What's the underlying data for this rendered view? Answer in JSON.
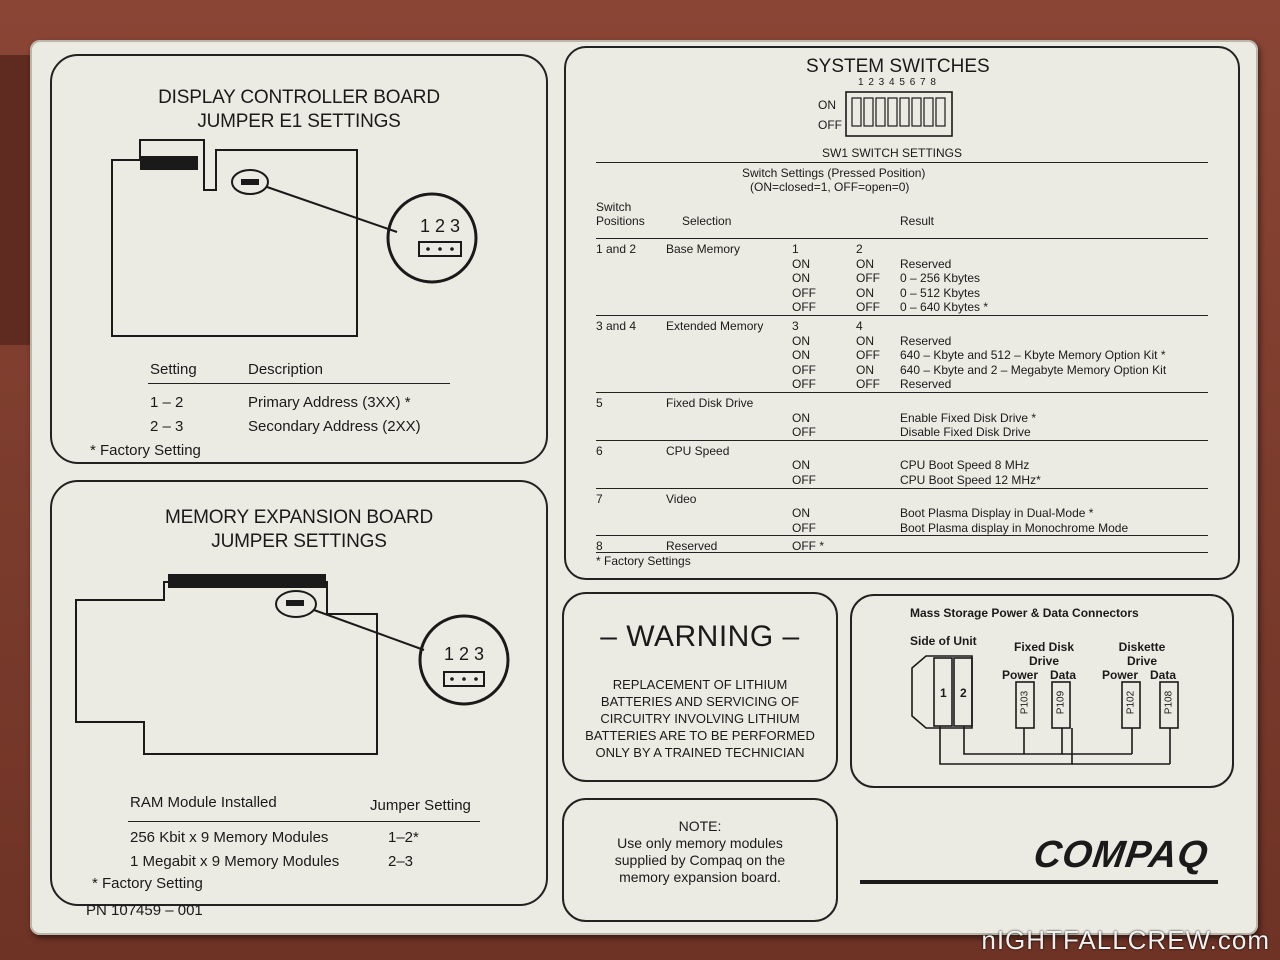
{
  "display_board": {
    "title_line1": "DISPLAY CONTROLLER BOARD",
    "title_line2": "JUMPER E1 SETTINGS",
    "pins_label": "1 2 3",
    "col_setting": "Setting",
    "col_description": "Description",
    "rows": [
      {
        "setting": "1 – 2",
        "description": "Primary Address (3XX) *"
      },
      {
        "setting": "2 – 3",
        "description": "Secondary Address (2XX)"
      }
    ],
    "footnote": "* Factory Setting"
  },
  "memory_board": {
    "title_line1": "MEMORY EXPANSION BOARD",
    "title_line2": "JUMPER SETTINGS",
    "pins_label": "1 2 3",
    "col_module": "RAM Module Installed",
    "col_jumper": "Jumper Setting",
    "rows": [
      {
        "module": "256 Kbit x 9 Memory Modules",
        "jumper": "1–2*"
      },
      {
        "module": "1 Megabit x 9 Memory Modules",
        "jumper": "2–3"
      }
    ],
    "footnote": "* Factory Setting",
    "part_number": "PN 107459 – 001"
  },
  "system_switches": {
    "title": "SYSTEM SWITCHES",
    "switch_numbers": "1 2 3 4 5 6 7 8",
    "on_label": "ON",
    "off_label": "OFF",
    "sw1_heading": "SW1 SWITCH SETTINGS",
    "subhead_line1": "Switch Settings (Pressed Position)",
    "subhead_line2": "(ON=closed=1, OFF=open=0)",
    "col_positions_line1": "Switch",
    "col_positions_line2": "Positions",
    "col_selection": "Selection",
    "col_result": "Result",
    "groups": [
      {
        "positions": "1 and 2",
        "selection": "Base Memory",
        "h1": "1",
        "h2": "2",
        "rows": [
          {
            "a": "ON",
            "b": "ON",
            "result": "Reserved"
          },
          {
            "a": "ON",
            "b": "OFF",
            "result": "0 – 256 Kbytes"
          },
          {
            "a": "OFF",
            "b": "ON",
            "result": "0 – 512 Kbytes"
          },
          {
            "a": "OFF",
            "b": "OFF",
            "result": "0 – 640 Kbytes *"
          }
        ]
      },
      {
        "positions": "3 and 4",
        "selection": "Extended Memory",
        "h1": "3",
        "h2": "4",
        "rows": [
          {
            "a": "ON",
            "b": "ON",
            "result": "Reserved"
          },
          {
            "a": "ON",
            "b": "OFF",
            "result": "640 – Kbyte and 512 – Kbyte Memory Option Kit *"
          },
          {
            "a": "OFF",
            "b": "ON",
            "result": "640 – Kbyte and 2 – Megabyte Memory Option Kit"
          },
          {
            "a": "OFF",
            "b": "OFF",
            "result": "Reserved"
          }
        ]
      },
      {
        "positions": "5",
        "selection": "Fixed Disk Drive",
        "rows": [
          {
            "a": "ON",
            "result": "Enable Fixed Disk Drive *"
          },
          {
            "a": "OFF",
            "result": "Disable Fixed Disk Drive"
          }
        ]
      },
      {
        "positions": "6",
        "selection": "CPU Speed",
        "rows": [
          {
            "a": "ON",
            "result": "CPU Boot Speed 8 MHz"
          },
          {
            "a": "OFF",
            "result": "CPU Boot Speed 12 MHz*"
          }
        ]
      },
      {
        "positions": "7",
        "selection": "Video",
        "rows": [
          {
            "a": "ON",
            "result": "Boot Plasma Display in Dual-Mode *"
          },
          {
            "a": "OFF",
            "result": "Boot Plasma display in Monochrome Mode"
          }
        ]
      },
      {
        "positions": "8",
        "selection": "Reserved",
        "inline": "OFF *",
        "rows": []
      }
    ],
    "footnote": "* Factory Settings"
  },
  "warning": {
    "heading": "– WARNING –",
    "lines": [
      "REPLACEMENT OF LITHIUM",
      "BATTERIES AND SERVICING OF",
      "CIRCUITRY INVOLVING LITHIUM",
      "BATTERIES ARE TO BE PERFORMED",
      "ONLY BY A TRAINED TECHNICIAN"
    ]
  },
  "connectors": {
    "title": "Mass Storage Power & Data Connectors",
    "side_of_unit": "Side of Unit",
    "fixed_disk_line1": "Fixed Disk",
    "fixed_disk_line2": "Drive",
    "diskette_line1": "Diskette",
    "diskette_line2": "Drive",
    "power": "Power",
    "data": "Data",
    "slot1": "1",
    "slot2": "2",
    "p103": "P103",
    "p109": "P109",
    "p102": "P102",
    "p108": "P108"
  },
  "note": {
    "heading": "NOTE:",
    "lines": [
      "Use only memory modules",
      "supplied by Compaq on the",
      "memory expansion board."
    ]
  },
  "brand": {
    "logo_text": "COMPAQ"
  },
  "watermark": "nIGHTFALLCREW.com"
}
